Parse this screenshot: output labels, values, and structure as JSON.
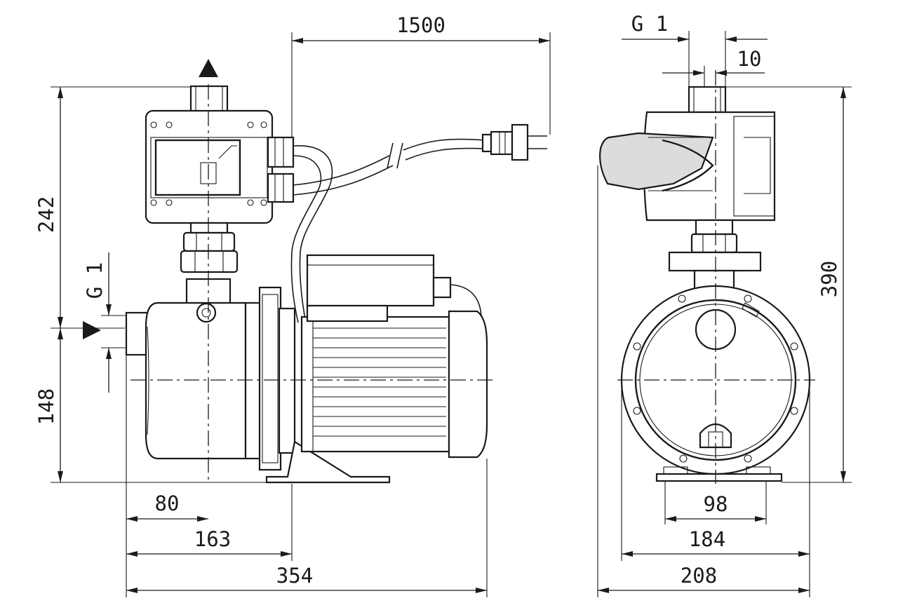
{
  "dimensions": {
    "d1500": "1500",
    "g1_top": "G 1",
    "d10": "10",
    "d242": "242",
    "g1_side": "G 1",
    "d148": "148",
    "d80": "80",
    "d163": "163",
    "d354": "354",
    "d390": "390",
    "d98": "98",
    "d184": "184",
    "d208": "208"
  }
}
